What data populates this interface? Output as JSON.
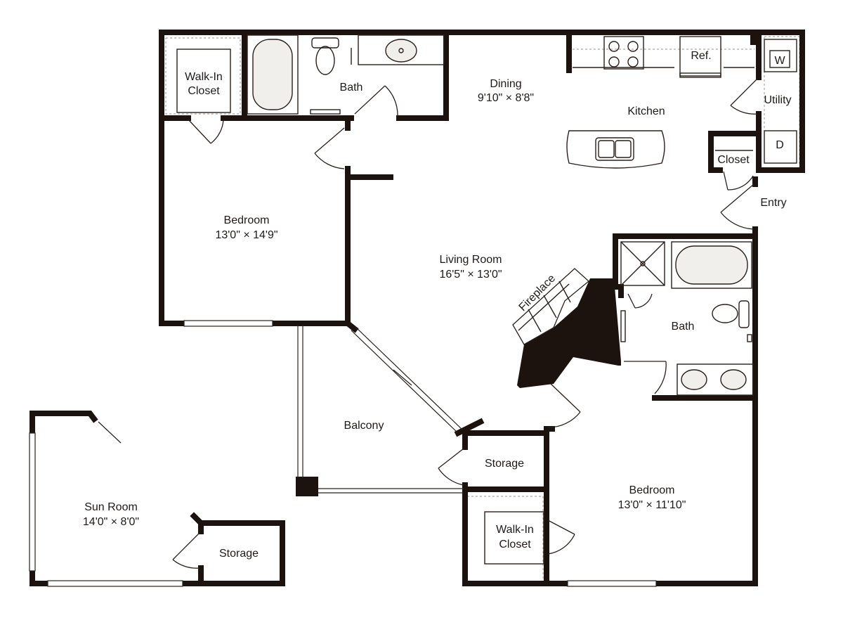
{
  "rooms": {
    "walkin_closet_top": {
      "line1": "Walk-In",
      "line2": "Closet"
    },
    "bath_top": {
      "name": "Bath"
    },
    "dining": {
      "name": "Dining",
      "dims": "9'10\" × 8'8\""
    },
    "kitchen": {
      "name": "Kitchen"
    },
    "refrigerator": {
      "name": "Ref."
    },
    "utility": {
      "name": "Utility"
    },
    "washer": {
      "name": "W"
    },
    "dryer": {
      "name": "D"
    },
    "closet_entry": {
      "name": "Closet"
    },
    "entry": {
      "name": "Entry"
    },
    "bedroom_left": {
      "name": "Bedroom",
      "dims": "13'0\" × 14'9\""
    },
    "living_room": {
      "name": "Living Room",
      "dims": "16'5\" × 13'0\""
    },
    "fireplace": {
      "name": "Fireplace"
    },
    "bath_right": {
      "name": "Bath"
    },
    "balcony": {
      "name": "Balcony"
    },
    "storage_middle": {
      "name": "Storage"
    },
    "bedroom_right": {
      "name": "Bedroom",
      "dims": "13'0\" × 11'10\""
    },
    "walkin_closet_bottom": {
      "line1": "Walk-In",
      "line2": "Closet"
    },
    "sun_room": {
      "name": "Sun Room",
      "dims": "14'0\" × 8'0\""
    },
    "storage_sunroom": {
      "name": "Storage"
    }
  }
}
